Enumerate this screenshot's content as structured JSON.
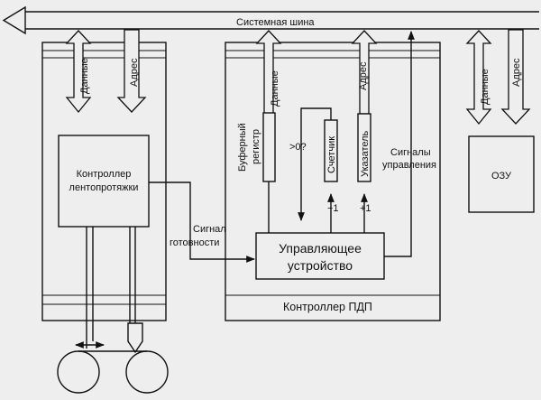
{
  "bus": {
    "label": "Системная шина"
  },
  "tape_controller": {
    "title_line1": "Контроллер",
    "title_line2": "лентопротяжки",
    "data_label": "Данные",
    "address_label": "Адрес",
    "ready_signal_line1": "Сигнал",
    "ready_signal_line2": "готовности"
  },
  "dma_controller": {
    "title": "Контроллер ПДП",
    "data_label": "Данные",
    "address_label": "Адрес",
    "buffer_register": "Буферный регистр",
    "buffer_register_line1": "Буферный",
    "buffer_register_line2": "регистр",
    "counter": "Счетчик",
    "pointer": "Указатель",
    "zero_check": ">0?",
    "minus_one": "−1",
    "plus_one": "+1",
    "control_signals_line1": "Сигналы",
    "control_signals_line2": "управления",
    "control_unit_line1": "Управляющее",
    "control_unit_line2": "устройство"
  },
  "ram": {
    "title": "ОЗУ",
    "data_label": "Данные",
    "address_label": "Адрес"
  }
}
